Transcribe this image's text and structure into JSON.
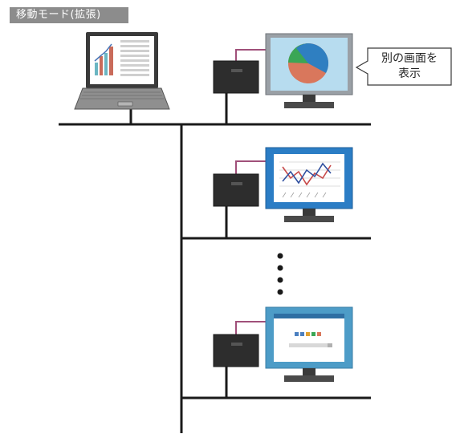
{
  "mode_label": "移動モード(拡張)",
  "callout": {
    "line1": "別の画面を",
    "line2": "表示"
  },
  "colors": {
    "network_line": "#1a1a1a",
    "device_box": "#2d2d2d",
    "cable": "#a0507a",
    "monitor_frame": "#9aa0a6",
    "pie_blue": "#2f7fc1",
    "pie_orange": "#d9775c",
    "pie_green": "#3aa655"
  },
  "icons": {
    "laptop": "laptop-icon",
    "monitor_pie": "monitor-pie-chart-icon",
    "monitor_line": "monitor-line-chart-icon",
    "monitor_web": "monitor-webpage-icon",
    "device": "receiver-device-icon",
    "ellipsis": "vertical-ellipsis-icon"
  }
}
